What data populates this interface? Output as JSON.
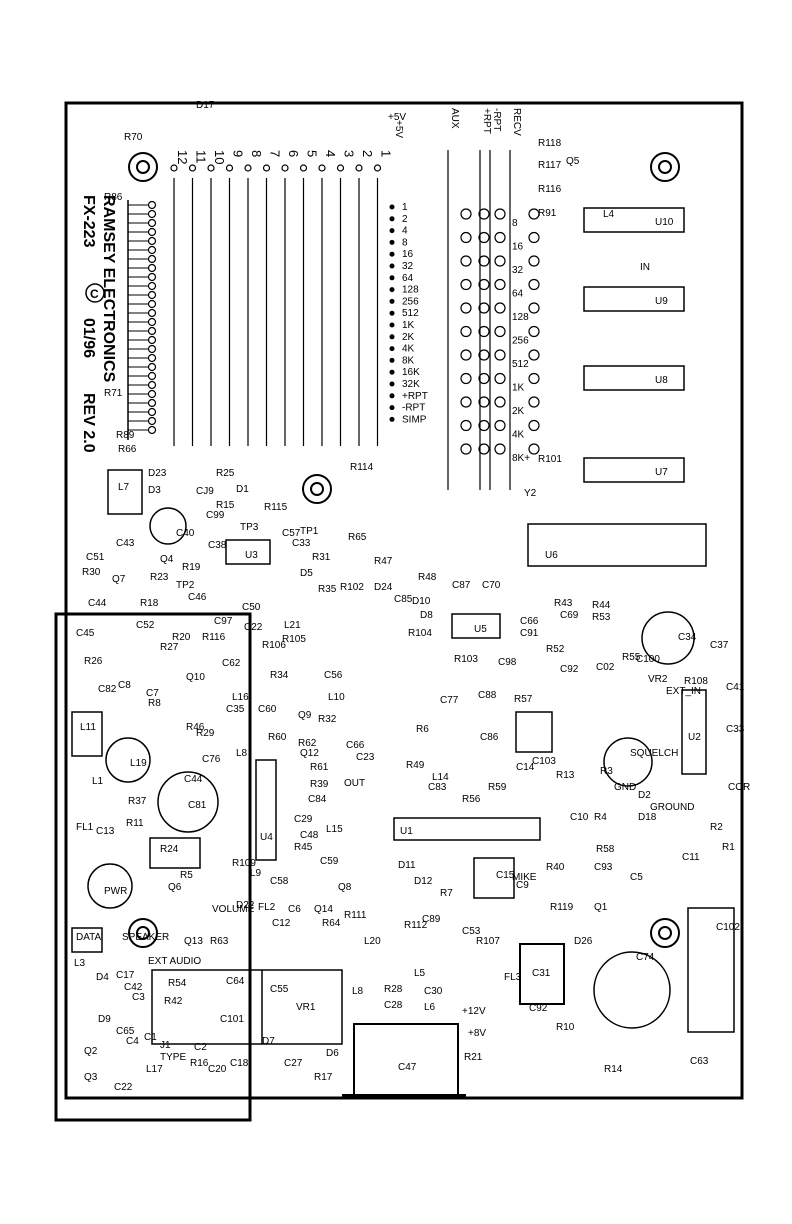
{
  "board": {
    "rotated_text": {
      "company": "RAMSEY ELECTRONICS",
      "model": "FX-223",
      "copyright": "C",
      "date": "01/96",
      "rev": "REV 2.0"
    },
    "dip_bit_labels": [
      "1",
      "2",
      "4",
      "8",
      "16",
      "32",
      "64",
      "128",
      "256",
      "512",
      "1K",
      "2K",
      "4K",
      "8K",
      "16K",
      "32K",
      "+RPT",
      "-RPT",
      "SIMP"
    ],
    "dip_top_numbers": [
      "1",
      "2",
      "3",
      "4",
      "5",
      "6",
      "7",
      "8",
      "9",
      "10",
      "11",
      "12"
    ],
    "right_bit_labels": [
      "8",
      "16",
      "32",
      "64",
      "128",
      "256",
      "512",
      "1K",
      "2K",
      "4K",
      "8K+"
    ],
    "top_right_labels": [
      "AUX",
      "+RPT",
      "-RPT",
      "RECV"
    ],
    "ics": [
      "U10",
      "U9",
      "U8",
      "U7",
      "U6",
      "U5",
      "U3",
      "U4",
      "U1",
      "U2"
    ],
    "components": [
      {
        "t": "R70"
      },
      {
        "t": "D17"
      },
      {
        "t": "+5V"
      },
      {
        "t": "R86"
      },
      {
        "t": "R71"
      },
      {
        "t": "R89"
      },
      {
        "t": "R66"
      },
      {
        "t": "R118"
      },
      {
        "t": "R117"
      },
      {
        "t": "R116"
      },
      {
        "t": "R91"
      },
      {
        "t": "R101"
      },
      {
        "t": "Y2"
      },
      {
        "t": "R114"
      },
      {
        "t": "R25"
      },
      {
        "t": "CJ9"
      },
      {
        "t": "D23"
      },
      {
        "t": "D3"
      },
      {
        "t": "L7"
      },
      {
        "t": "D1"
      },
      {
        "t": "R115"
      },
      {
        "t": "R15"
      },
      {
        "t": "C99"
      },
      {
        "t": "TP3"
      },
      {
        "t": "C40"
      },
      {
        "t": "C43"
      },
      {
        "t": "C51"
      },
      {
        "t": "Q4"
      },
      {
        "t": "R19"
      },
      {
        "t": "C38"
      },
      {
        "t": "R30"
      },
      {
        "t": "Q7"
      },
      {
        "t": "R23"
      },
      {
        "t": "TP2"
      },
      {
        "t": "C46"
      },
      {
        "t": "R18"
      },
      {
        "t": "C44"
      },
      {
        "t": "C45"
      },
      {
        "t": "C52"
      },
      {
        "t": "C50"
      },
      {
        "t": "C57"
      },
      {
        "t": "TP1"
      },
      {
        "t": "C33"
      },
      {
        "t": "R31"
      },
      {
        "t": "D5"
      },
      {
        "t": "R35"
      },
      {
        "t": "R102"
      },
      {
        "t": "R47"
      },
      {
        "t": "R65"
      },
      {
        "t": "D24"
      },
      {
        "t": "C85"
      },
      {
        "t": "R48"
      },
      {
        "t": "D10"
      },
      {
        "t": "D8"
      },
      {
        "t": "C87"
      },
      {
        "t": "C70"
      },
      {
        "t": "R104"
      },
      {
        "t": "R43"
      },
      {
        "t": "R44"
      },
      {
        "t": "R53"
      },
      {
        "t": "C69"
      },
      {
        "t": "C66"
      },
      {
        "t": "C91"
      },
      {
        "t": "R52"
      },
      {
        "t": "C34"
      },
      {
        "t": "C37"
      },
      {
        "t": "C41"
      },
      {
        "t": "C33"
      },
      {
        "t": "R103"
      },
      {
        "t": "C98"
      },
      {
        "t": "C92"
      },
      {
        "t": "C02"
      },
      {
        "t": "R55"
      },
      {
        "t": "C100"
      },
      {
        "t": "VR2"
      },
      {
        "t": "R108"
      },
      {
        "t": "R26"
      },
      {
        "t": "C82"
      },
      {
        "t": "R27"
      },
      {
        "t": "R20"
      },
      {
        "t": "R116"
      },
      {
        "t": "C97"
      },
      {
        "t": "C22"
      },
      {
        "t": "R106"
      },
      {
        "t": "R105"
      },
      {
        "t": "L21"
      },
      {
        "t": "C62"
      },
      {
        "t": "R34"
      },
      {
        "t": "C56"
      },
      {
        "t": "Q10"
      },
      {
        "t": "L16"
      },
      {
        "t": "C35"
      },
      {
        "t": "R8"
      },
      {
        "t": "L11"
      },
      {
        "t": "R46"
      },
      {
        "t": "R29"
      },
      {
        "t": "C76"
      },
      {
        "t": "L19"
      },
      {
        "t": "C44"
      },
      {
        "t": "C81"
      },
      {
        "t": "L10"
      },
      {
        "t": "Q9"
      },
      {
        "t": "R32"
      },
      {
        "t": "C60"
      },
      {
        "t": "R60"
      },
      {
        "t": "R62"
      },
      {
        "t": "Q12"
      },
      {
        "t": "L8"
      },
      {
        "t": "L1"
      },
      {
        "t": "R37"
      },
      {
        "t": "R61"
      },
      {
        "t": "R39"
      },
      {
        "t": "C84"
      },
      {
        "t": "C66"
      },
      {
        "t": "C23"
      },
      {
        "t": "C77"
      },
      {
        "t": "C88"
      },
      {
        "t": "R57"
      },
      {
        "t": "C86"
      },
      {
        "t": "R6"
      },
      {
        "t": "C103"
      },
      {
        "t": "R13"
      },
      {
        "t": "SQUELCH"
      },
      {
        "t": "COR"
      },
      {
        "t": "FL1"
      },
      {
        "t": "C13"
      },
      {
        "t": "R11"
      },
      {
        "t": "C29"
      },
      {
        "t": "C48"
      },
      {
        "t": "R45"
      },
      {
        "t": "L15"
      },
      {
        "t": "L14"
      },
      {
        "t": "R49"
      },
      {
        "t": "C83"
      },
      {
        "t": "R56"
      },
      {
        "t": "R59"
      },
      {
        "t": "C14"
      },
      {
        "t": "R3"
      },
      {
        "t": "R4"
      },
      {
        "t": "C10"
      },
      {
        "t": "R2"
      },
      {
        "t": "R1"
      },
      {
        "t": "C11"
      },
      {
        "t": "R24"
      },
      {
        "t": "R5"
      },
      {
        "t": "Q6"
      },
      {
        "t": "PWR"
      },
      {
        "t": "R109"
      },
      {
        "t": "L9"
      },
      {
        "t": "C58"
      },
      {
        "t": "C59"
      },
      {
        "t": "Q8"
      },
      {
        "t": "D11"
      },
      {
        "t": "D12"
      },
      {
        "t": "R40"
      },
      {
        "t": "R58"
      },
      {
        "t": "C93"
      },
      {
        "t": "C5"
      },
      {
        "t": "C15"
      },
      {
        "t": "C9"
      },
      {
        "t": "R7"
      },
      {
        "t": "VOLUME"
      },
      {
        "t": "D22"
      },
      {
        "t": "FL2"
      },
      {
        "t": "C6"
      },
      {
        "t": "C12"
      },
      {
        "t": "Q14"
      },
      {
        "t": "R64"
      },
      {
        "t": "R63"
      },
      {
        "t": "Q13"
      },
      {
        "t": "R111"
      },
      {
        "t": "C89"
      },
      {
        "t": "R112"
      },
      {
        "t": "C53"
      },
      {
        "t": "R107"
      },
      {
        "t": "R119"
      },
      {
        "t": "Q1"
      },
      {
        "t": "D26"
      },
      {
        "t": "C102"
      },
      {
        "t": "DATA"
      },
      {
        "t": "SPEAKER"
      },
      {
        "t": "EXT AUDIO"
      },
      {
        "t": "L20"
      },
      {
        "t": "C74"
      },
      {
        "t": "L3"
      },
      {
        "t": "D4"
      },
      {
        "t": "C17"
      },
      {
        "t": "C42"
      },
      {
        "t": "R54"
      },
      {
        "t": "C64"
      },
      {
        "t": "C55"
      },
      {
        "t": "L8"
      },
      {
        "t": "L5"
      },
      {
        "t": "FL3"
      },
      {
        "t": "C31"
      },
      {
        "t": "C3"
      },
      {
        "t": "R42"
      },
      {
        "t": "C101"
      },
      {
        "t": "VR1"
      },
      {
        "t": "R28"
      },
      {
        "t": "C30"
      },
      {
        "t": "C28"
      },
      {
        "t": "L6"
      },
      {
        "t": "D9"
      },
      {
        "t": "C65"
      },
      {
        "t": "C4"
      },
      {
        "t": "C1"
      },
      {
        "t": "D7"
      },
      {
        "t": "D6"
      },
      {
        "t": "C47"
      },
      {
        "t": "R21"
      },
      {
        "t": "R10"
      },
      {
        "t": "Q2"
      },
      {
        "t": "J1"
      },
      {
        "t": "C2"
      },
      {
        "t": "TYPE"
      },
      {
        "t": "L17"
      },
      {
        "t": "C20"
      },
      {
        "t": "C18"
      },
      {
        "t": "R16"
      },
      {
        "t": "C27"
      },
      {
        "t": "R17"
      },
      {
        "t": "Q3"
      },
      {
        "t": "C22"
      },
      {
        "t": "R14"
      },
      {
        "t": "C63"
      },
      {
        "t": "D2"
      },
      {
        "t": "GROUND"
      },
      {
        "t": "D18"
      },
      {
        "t": "+12V"
      },
      {
        "t": "+8V"
      },
      {
        "t": "GND"
      },
      {
        "t": "MIKE"
      },
      {
        "t": "EXT_IN"
      },
      {
        "t": "C7"
      },
      {
        "t": "C8"
      },
      {
        "t": "OUT"
      },
      {
        "t": "C92"
      },
      {
        "t": "Q5"
      },
      {
        "t": "L4"
      },
      {
        "t": "IN"
      }
    ]
  }
}
